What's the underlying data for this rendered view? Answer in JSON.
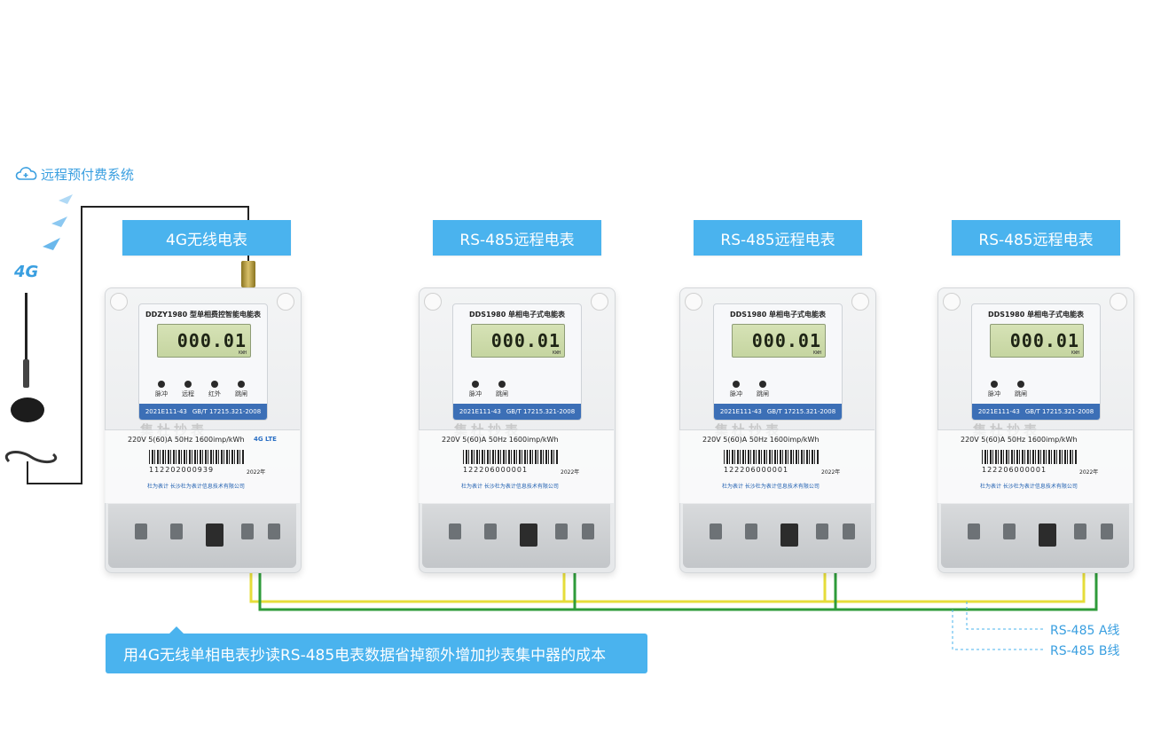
{
  "system": {
    "title": "远程预付费系统",
    "net_badge": "4G"
  },
  "meters": [
    {
      "header": "4G无线电表",
      "model": "DDZY1980 型单相费控智能电能表",
      "reading": "000.01",
      "unit": "KWH",
      "leds": [
        "脉冲",
        "远程",
        "红外",
        "跳闸"
      ],
      "standard_left": "2021E111-43",
      "standard_right": "GB/T 17215.321-2008",
      "spec": "220V  5(60)A  50Hz  1600imp/kWh",
      "serial": "112202000939",
      "year": "2022年",
      "brand": "杜为表计  长沙杜为表计信息技术有限公司",
      "lte_badge": "4G LTE",
      "watermark": "集杜抄表"
    },
    {
      "header": "RS-485远程电表",
      "model": "DDS1980 单相电子式电能表",
      "reading": "000.01",
      "unit": "KWH",
      "leds": [
        "脉冲",
        "跳闸"
      ],
      "standard_left": "2021E111-43",
      "standard_right": "GB/T 17215.321-2008",
      "spec": "220V  5(60)A  50Hz  1600imp/kWh",
      "serial": "122206000001",
      "year": "2022年",
      "brand": "杜为表计  长沙杜为表计信息技术有限公司",
      "lte_badge": "",
      "watermark": "集杜抄表"
    },
    {
      "header": "RS-485远程电表",
      "model": "DDS1980 单相电子式电能表",
      "reading": "000.01",
      "unit": "KWH",
      "leds": [
        "脉冲",
        "跳闸"
      ],
      "standard_left": "2021E111-43",
      "standard_right": "GB/T 17215.321-2008",
      "spec": "220V  5(60)A  50Hz  1600imp/kWh",
      "serial": "122206000001",
      "year": "2022年",
      "brand": "杜为表计  长沙杜为表计信息技术有限公司",
      "lte_badge": "",
      "watermark": "集杜抄表"
    },
    {
      "header": "RS-485远程电表",
      "model": "DDS1980 单相电子式电能表",
      "reading": "000.01",
      "unit": "KWH",
      "leds": [
        "脉冲",
        "跳闸"
      ],
      "standard_left": "2021E111-43",
      "standard_right": "GB/T 17215.321-2008",
      "spec": "220V  5(60)A  50Hz  1600imp/kWh",
      "serial": "122206000001",
      "year": "2022年",
      "brand": "杜为表计  长沙杜为表计信息技术有限公司",
      "lte_badge": "",
      "watermark": "集杜抄表"
    }
  ],
  "note": "用4G无线单相电表抄读RS-485电表数据省掉额外增加抄表集中器的成本",
  "legend": {
    "a_line": "RS-485 A线",
    "b_line": "RS-485 B线"
  },
  "colors": {
    "accent": "#4ab3ee",
    "wire_a": "#e6dd3a",
    "wire_b": "#2e9b3a",
    "text_blue": "#3a9fe0"
  }
}
